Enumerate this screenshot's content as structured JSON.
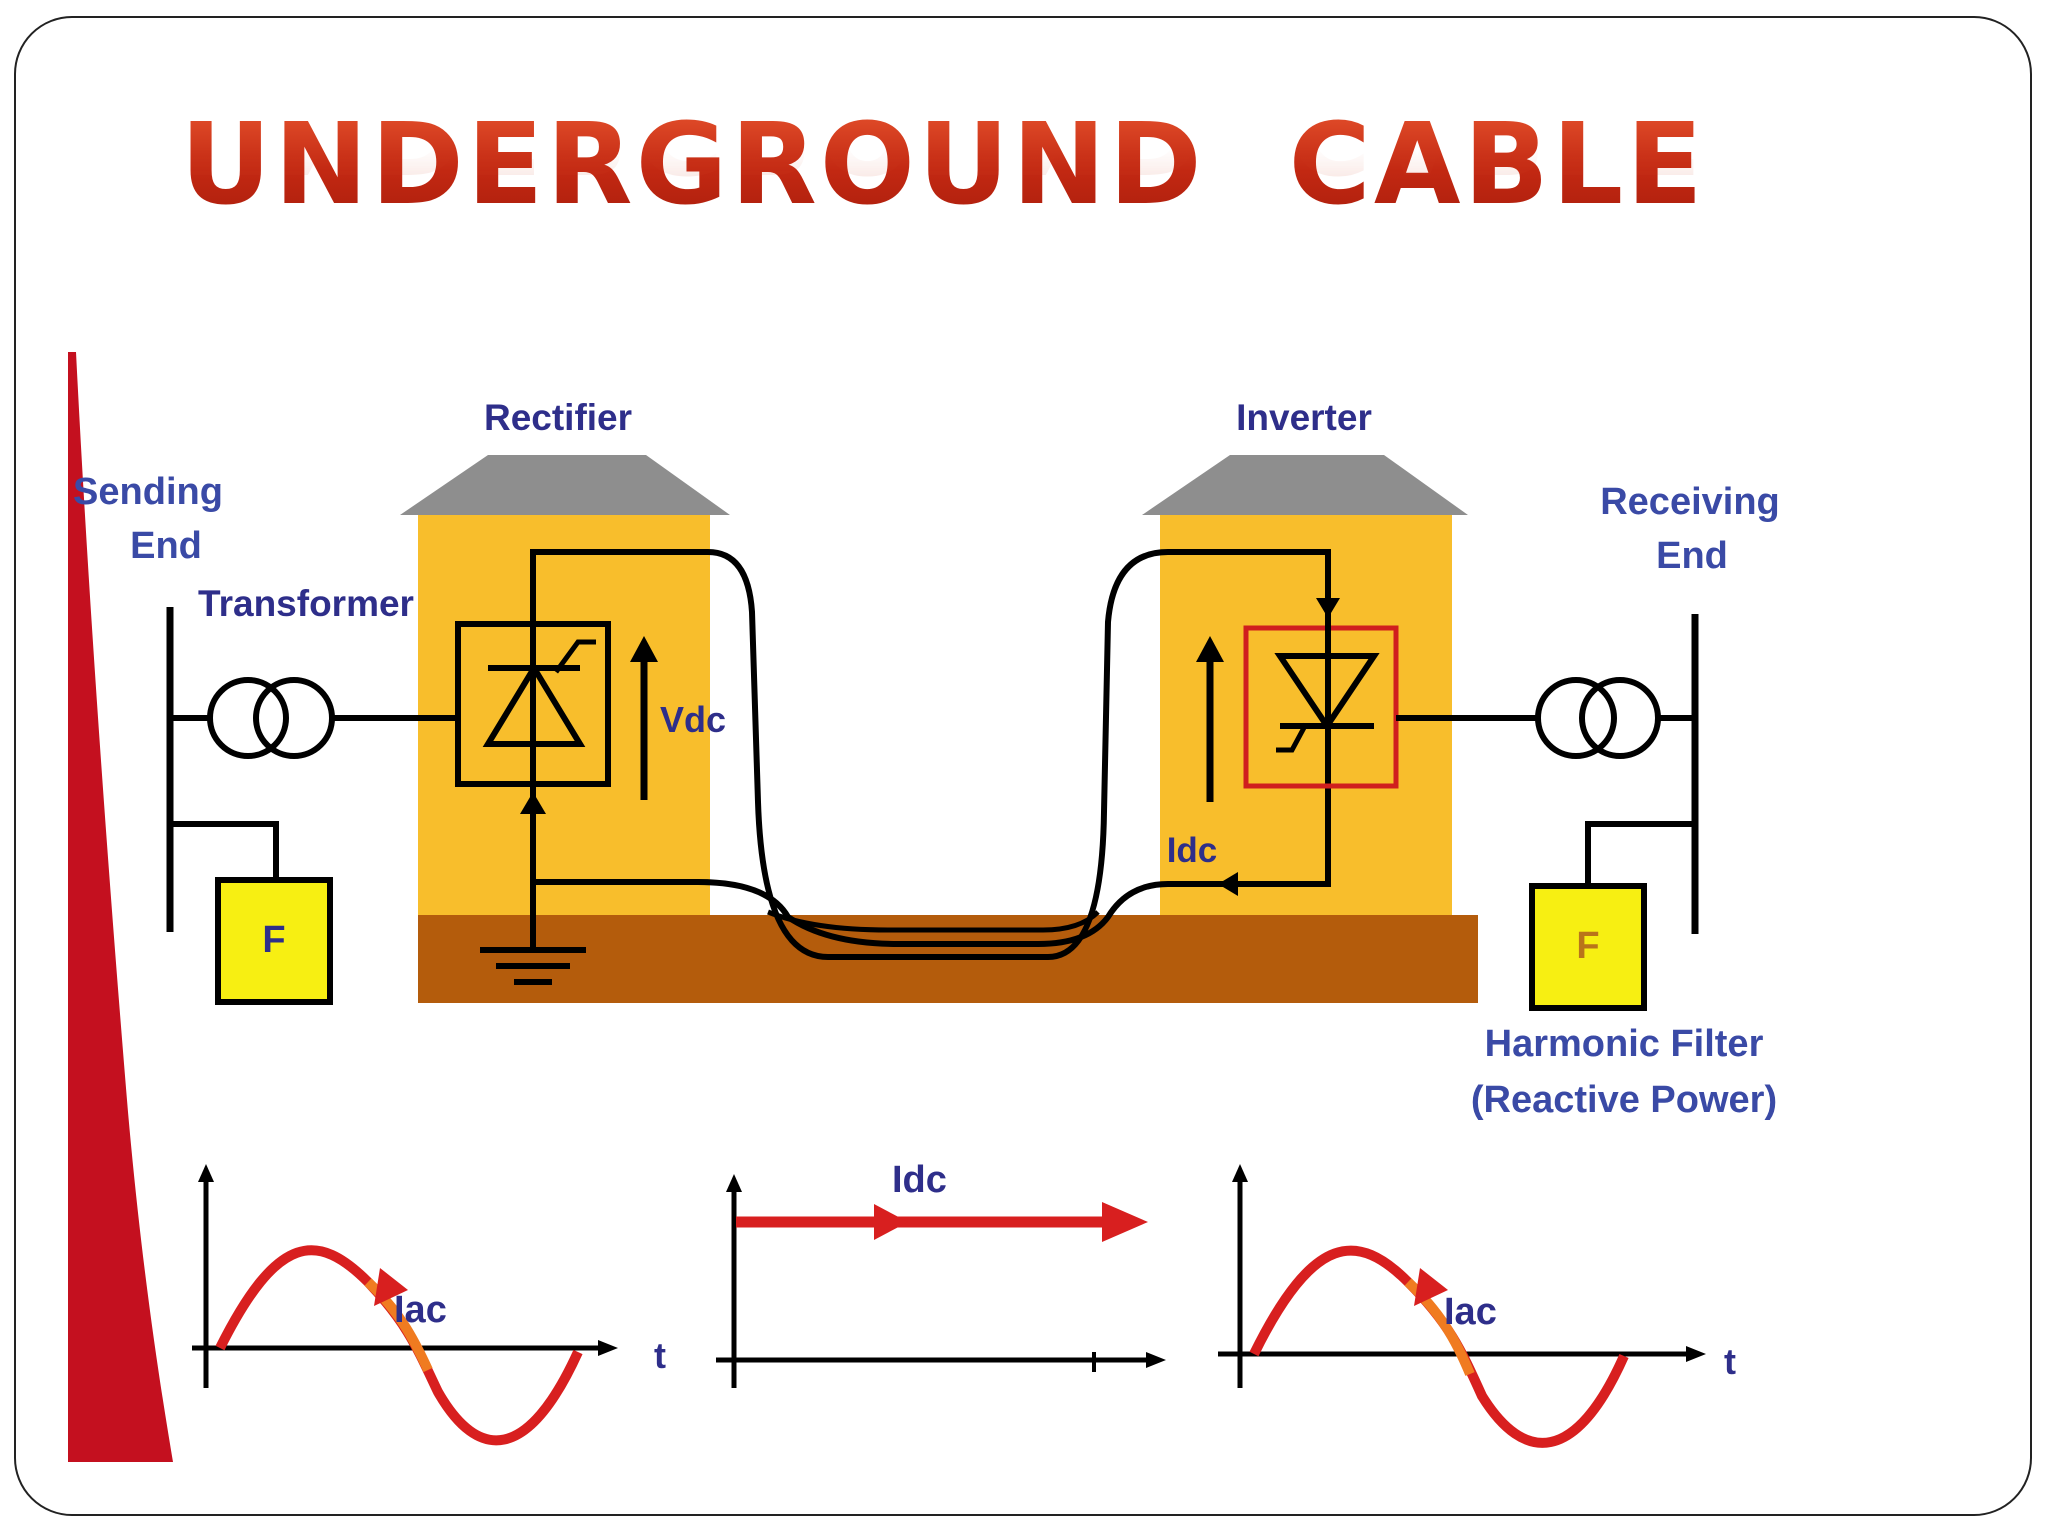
{
  "slide": {
    "title": "UNDERGROUND  CABLE"
  },
  "diagram": {
    "labels": {
      "rectifier": "Rectifier",
      "inverter": "Inverter",
      "sending_end_line1": "Sending",
      "sending_end_line2": "End",
      "transformer": "Transformer",
      "vdc": "Vdc",
      "receiving_end_line1": "Receiving",
      "receiving_end_line2": "End",
      "idc_station": "Idc",
      "filter_left": "F",
      "filter_right": "F",
      "harmonic_filter_line1": "Harmonic Filter",
      "harmonic_filter_line2": "(Reactive Power)"
    },
    "waveforms": {
      "left_label": "Iac",
      "left_axis": "t",
      "middle_label": "Idc",
      "right_label": "Iac",
      "right_axis": "t"
    },
    "colors": {
      "station": "#f8be2c",
      "roof": "#8e8e8e",
      "ground": "#b45c0c",
      "filter_box": "#f7ef12",
      "label_text": "#2e2e8a",
      "wave": "#d81f1f",
      "wave_tail": "#f07b20",
      "accent_edge": "#c4101f"
    }
  }
}
